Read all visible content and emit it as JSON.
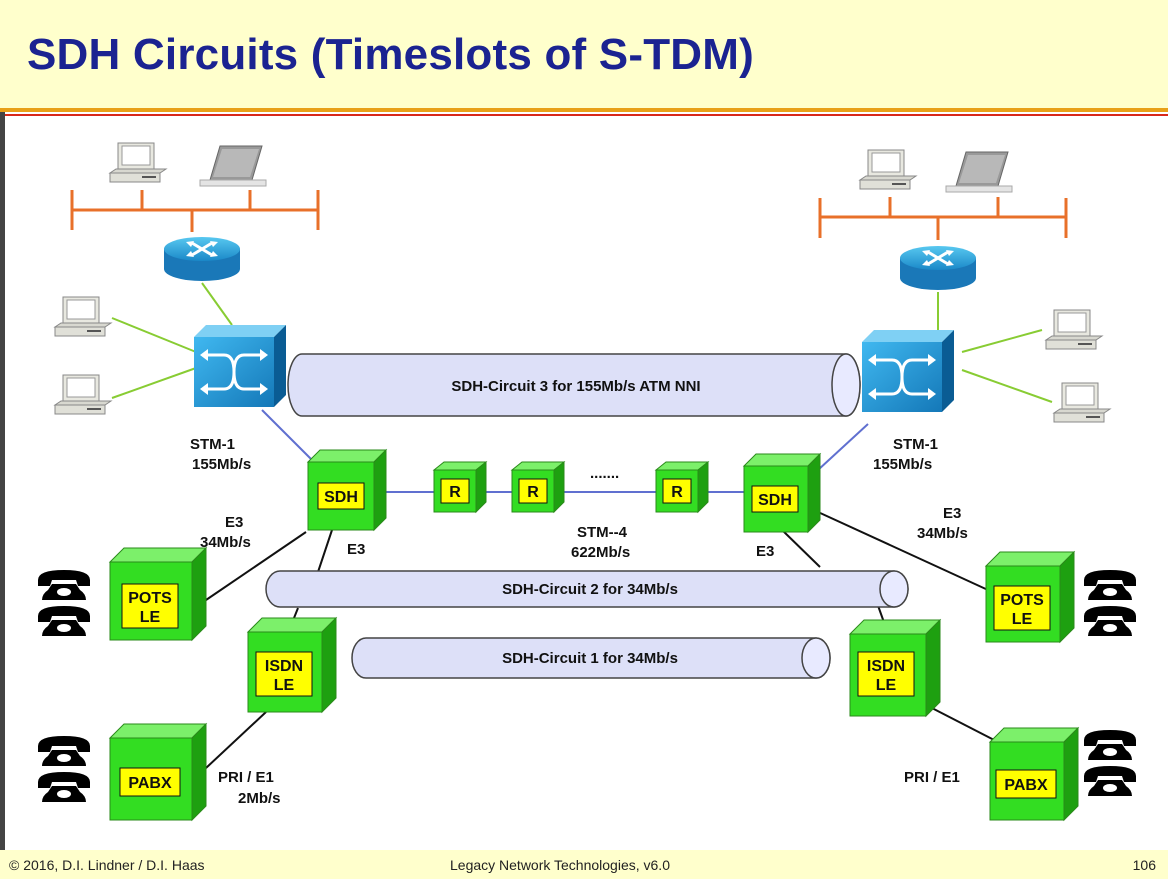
{
  "title": "SDH Circuits (Timeslots of S-TDM)",
  "circuits": {
    "c3": "SDH-Circuit 3 for 155Mb/s ATM NNI",
    "c2": "SDH-Circuit 2 for 34Mb/s",
    "c1": "SDH-Circuit 1 for 34Mb/s"
  },
  "labels": {
    "stm1_left_a": "STM-1",
    "stm1_left_b": "155Mb/s",
    "stm1_right_a": "STM-1",
    "stm1_right_b": "155Mb/s",
    "e3_left_a": "E3",
    "e3_left_b": "34Mb/s",
    "e3_right_a": "E3",
    "e3_right_b": "34Mb/s",
    "e3_mid_left": "E3",
    "e3_mid_right": "E3",
    "stm4_a": "STM--4",
    "stm4_b": "622Mb/s",
    "dots": ".......",
    "pri_left_a": "PRI / E1",
    "pri_left_b": "2Mb/s",
    "pri_right": "PRI / E1"
  },
  "boxes": {
    "sdh": "SDH",
    "r": "R",
    "pots_a": "POTS",
    "pots_b": "LE",
    "isdn_a": "ISDN",
    "isdn_b": "LE",
    "pabx": "PABX"
  },
  "colors": {
    "title": "#1b2391",
    "header_bg": "#ffffcc",
    "box_green": "#33dd22",
    "label_yellow": "#ffff00",
    "cylinder": "#dde0f8",
    "ethernet": "#e8702a",
    "sdh_link": "#6070d0",
    "pc_link": "#88cc33"
  },
  "footer": {
    "left": "© 2016, D.I. Lindner / D.I. Haas",
    "center": "Legacy Network Technologies, v6.0",
    "page": "106"
  }
}
